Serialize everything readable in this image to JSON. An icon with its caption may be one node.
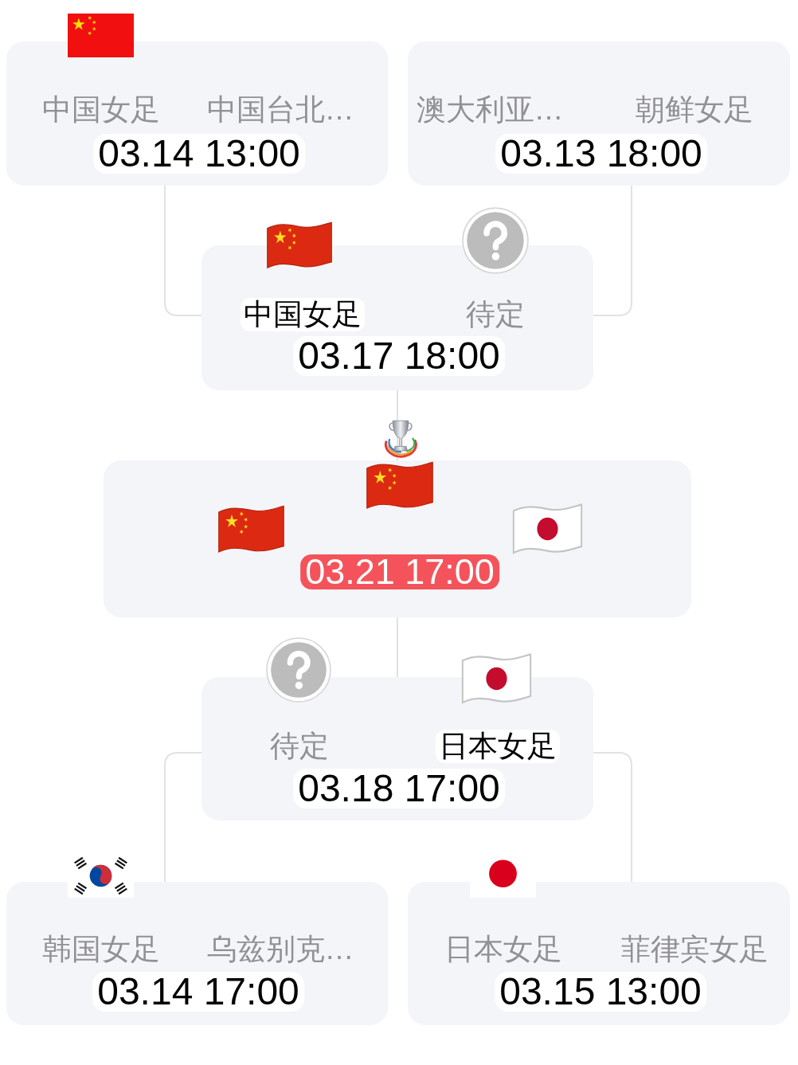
{
  "diagram": {
    "nodes": [
      {
        "text": [
          "中国女足",
          "中国台北…",
          "03.14 13:00"
        ]
      },
      {
        "text": [
          "澳大利亚…",
          "朝鲜女足",
          "03.13 18:00"
        ]
      },
      {
        "text": [
          "中国女足",
          "待定",
          "03.17 18:00"
        ]
      },
      {
        "text": [
          "03.21 17:00"
        ]
      },
      {
        "text": [
          "待定",
          "日本女足",
          "03.18 17:00"
        ]
      },
      {
        "text": [
          "韩国女足",
          "乌兹别克…",
          "03.14 17:00"
        ]
      },
      {
        "text": [
          "日本女足",
          "菲律宾女足",
          "03.15 13:00"
        ]
      }
    ],
    "edges": [
      {
        "from": 0,
        "to": 2,
        "arrow": "none"
      },
      {
        "from": 1,
        "to": 2,
        "arrow": "none"
      },
      {
        "from": 2,
        "to": 3,
        "arrow": "none"
      },
      {
        "from": 4,
        "to": 3,
        "arrow": "none"
      },
      {
        "from": 5,
        "to": 4,
        "arrow": "none"
      },
      {
        "from": 6,
        "to": 4,
        "arrow": "none"
      }
    ]
  }
}
